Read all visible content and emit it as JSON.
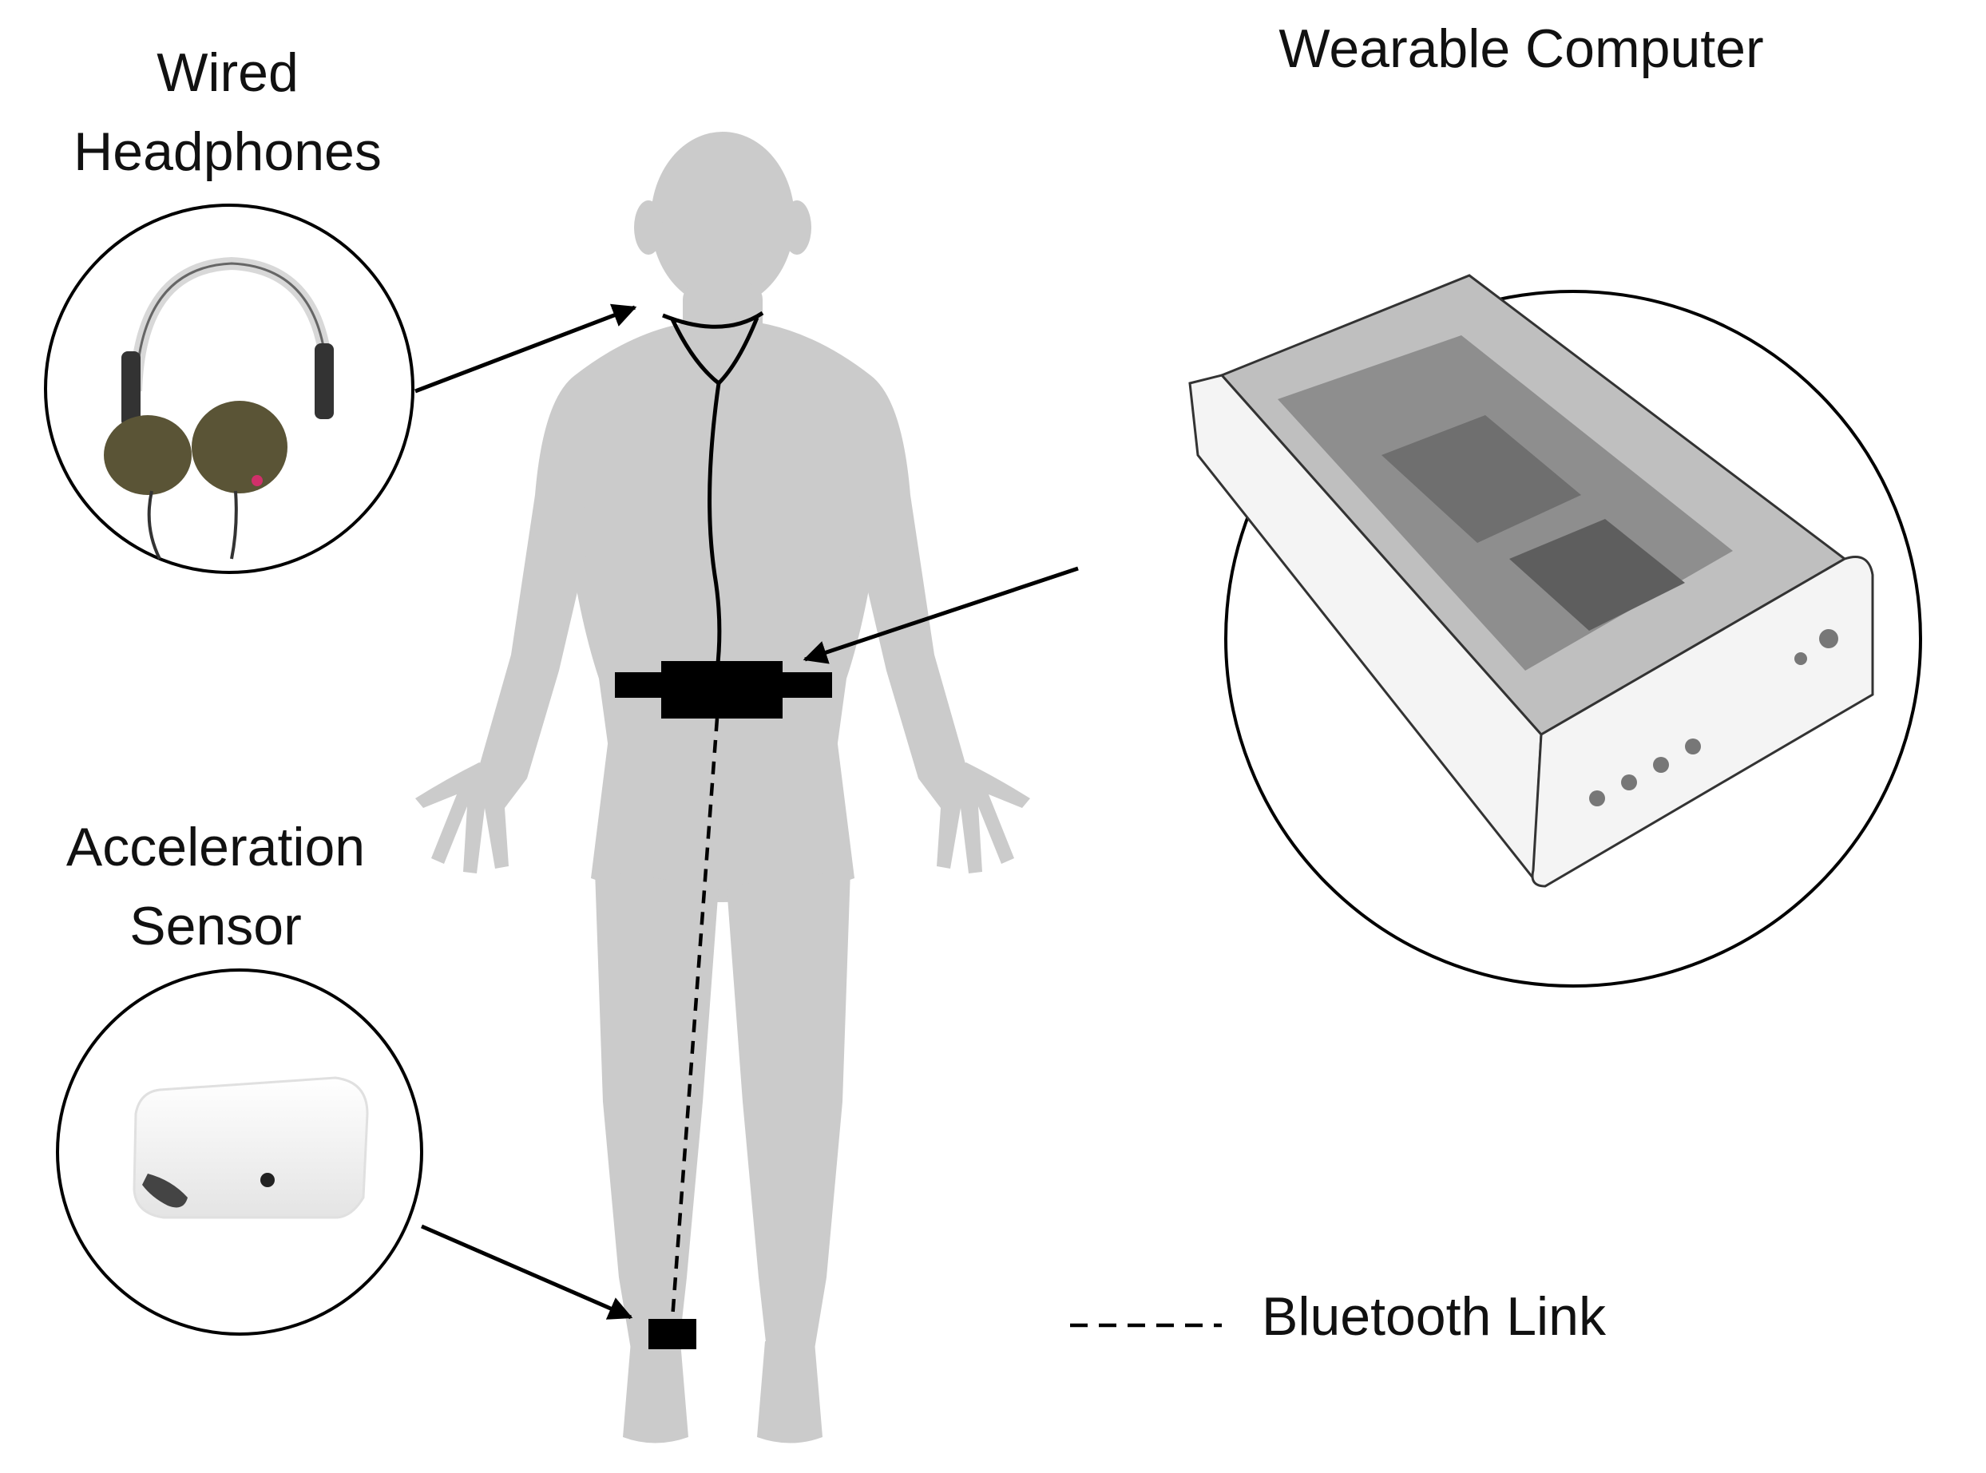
{
  "labels": {
    "headphones_line1": "Wired",
    "headphones_line2": "Headphones",
    "computer": "Wearable Computer",
    "sensor_line1": "Acceleration",
    "sensor_line2": "Sensor"
  },
  "legend": {
    "bluetooth_label": "Bluetooth Link"
  },
  "colors": {
    "body": "#cbcbcb",
    "ink": "#000000",
    "device_panel": "#f4f4f4",
    "circuit": "#8e8e8e"
  },
  "icons": {
    "figure": "human-figure-icon",
    "headphones": "headphones-icon",
    "computer": "wearable-computer-icon",
    "sensor": "acceleration-sensor-icon"
  }
}
